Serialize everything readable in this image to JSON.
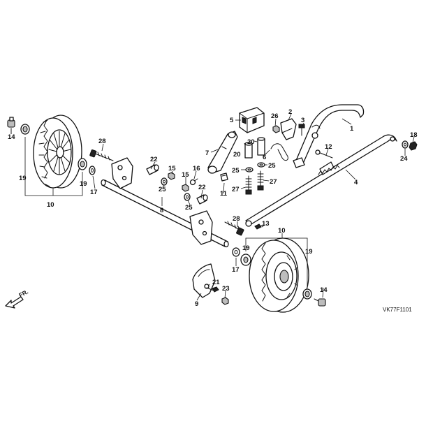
{
  "diagram_code": "VK77F1101",
  "direction_label": "FR.",
  "callouts": [
    {
      "id": "c1",
      "text": "1"
    },
    {
      "id": "c2",
      "text": "2"
    },
    {
      "id": "c3",
      "text": "3"
    },
    {
      "id": "c4",
      "text": "4"
    },
    {
      "id": "c5",
      "text": "5"
    },
    {
      "id": "c6",
      "text": "6"
    },
    {
      "id": "c7",
      "text": "7"
    },
    {
      "id": "c8",
      "text": "8"
    },
    {
      "id": "c9",
      "text": "9"
    },
    {
      "id": "c10a",
      "text": "10"
    },
    {
      "id": "c10b",
      "text": "10"
    },
    {
      "id": "c11",
      "text": "11"
    },
    {
      "id": "c12",
      "text": "12"
    },
    {
      "id": "c13",
      "text": "13"
    },
    {
      "id": "c14a",
      "text": "14"
    },
    {
      "id": "c14b",
      "text": "14"
    },
    {
      "id": "c15a",
      "text": "15"
    },
    {
      "id": "c15b",
      "text": "15"
    },
    {
      "id": "c16",
      "text": "16"
    },
    {
      "id": "c17a",
      "text": "17"
    },
    {
      "id": "c17b",
      "text": "17"
    },
    {
      "id": "c18",
      "text": "18"
    },
    {
      "id": "c19a",
      "text": "19"
    },
    {
      "id": "c19b",
      "text": "19"
    },
    {
      "id": "c19c",
      "text": "19"
    },
    {
      "id": "c19d",
      "text": "19"
    },
    {
      "id": "c20a",
      "text": "20"
    },
    {
      "id": "c20b",
      "text": "20"
    },
    {
      "id": "c21",
      "text": "21"
    },
    {
      "id": "c22a",
      "text": "22"
    },
    {
      "id": "c22b",
      "text": "22"
    },
    {
      "id": "c23",
      "text": "23"
    },
    {
      "id": "c24",
      "text": "24"
    },
    {
      "id": "c25a",
      "text": "25"
    },
    {
      "id": "c25b",
      "text": "25"
    },
    {
      "id": "c25c",
      "text": "25"
    },
    {
      "id": "c25d",
      "text": "25"
    },
    {
      "id": "c26",
      "text": "26"
    },
    {
      "id": "c27a",
      "text": "27"
    },
    {
      "id": "c27b",
      "text": "27"
    },
    {
      "id": "c28a",
      "text": "28"
    },
    {
      "id": "c28b",
      "text": "28"
    }
  ]
}
